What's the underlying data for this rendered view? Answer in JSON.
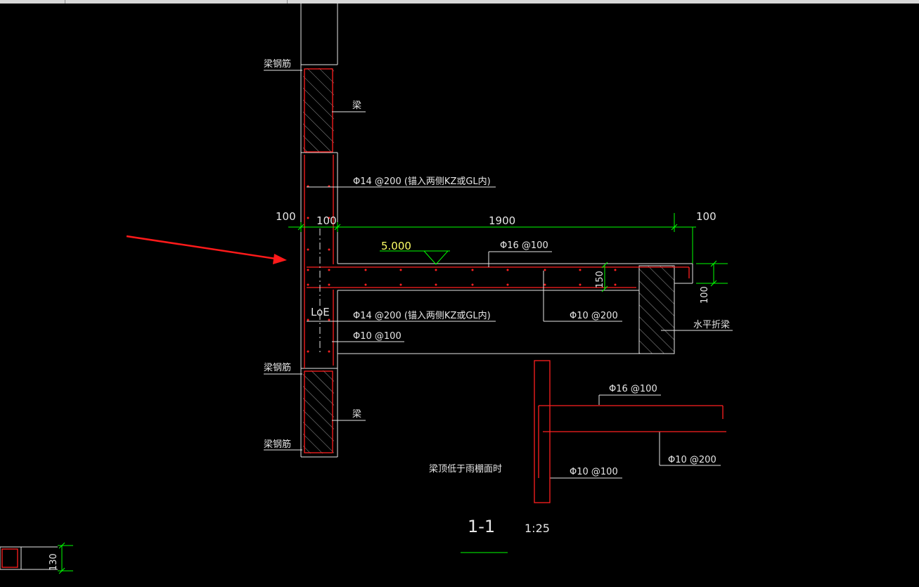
{
  "colors": {
    "background": "#000000",
    "rebar": "#ff2020",
    "dimension": "#00ff00",
    "outline": "#e6e6e6",
    "annotation": "#ffffff",
    "arrow": "#ff1a1a",
    "elevation_marker": "#00ff00"
  },
  "labels": {
    "beam_rebar_top": "梁钢筋",
    "beam_top": "梁",
    "rebar_top_anchor": "Φ14 @200 (锚入两侧KZ或GL内)",
    "rebar_bottom_anchor": "Φ14 @200 (锚入两侧KZ或GL内)",
    "main_bar": "Φ16 @100",
    "dist_bar": "Φ10 @200",
    "stirrup": "Φ10 @100",
    "anchorage": "LoE",
    "edge_beam": "水平折梁",
    "elevation": "5.000",
    "beam_rebar_mid": "梁钢筋",
    "beam_bottom": "梁",
    "beam_rebar_bottom": "梁钢筋",
    "note": "梁顶低于雨棚面时",
    "detail_main_bar": "Φ16 @100",
    "detail_dist_bar": "Φ10 @200",
    "detail_stirrup": "Φ10 @100"
  },
  "dimensions": {
    "left_offset": "100",
    "wall_inner": "100",
    "span": "1900",
    "right_offset": "100",
    "slab_thickness": "150",
    "edge_drop": "100",
    "small_detail": "130"
  },
  "section": {
    "title": "1-1",
    "scale": "1:25"
  }
}
